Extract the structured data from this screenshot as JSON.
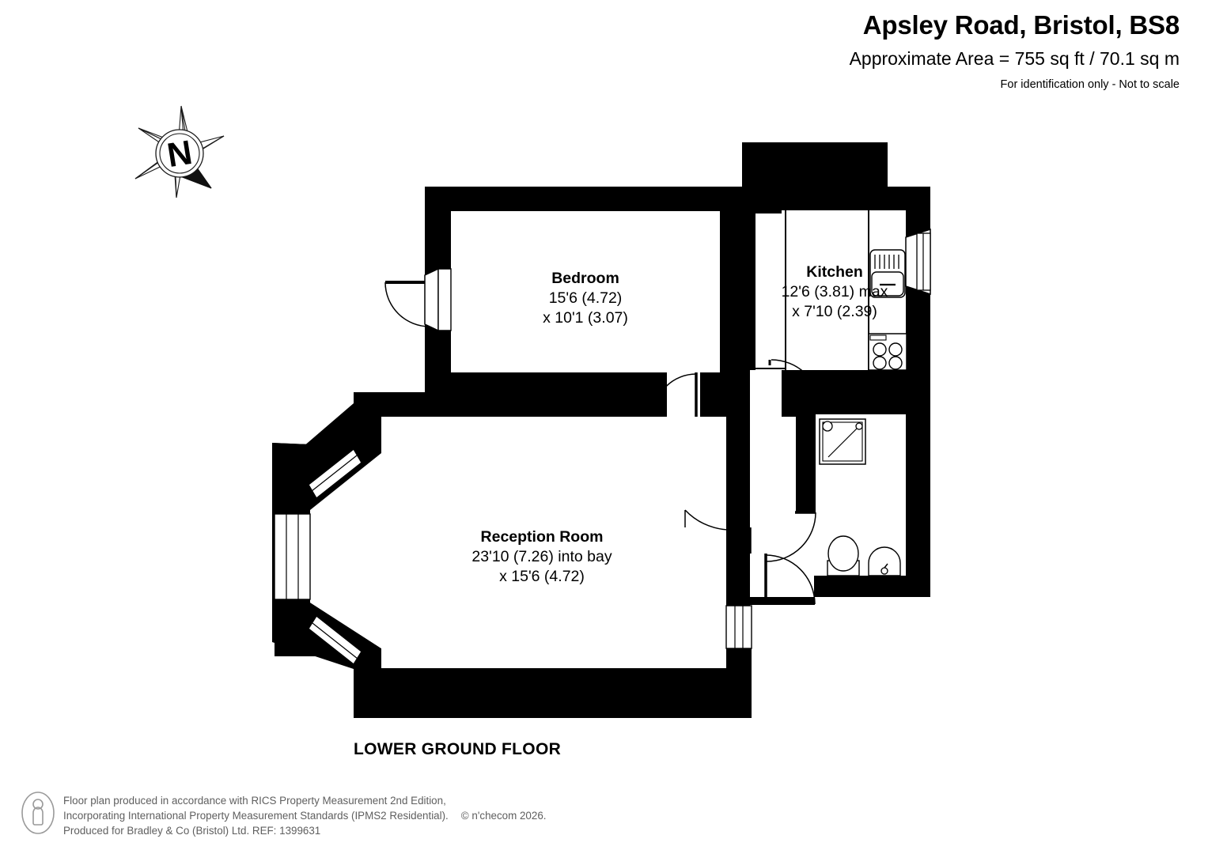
{
  "header": {
    "title": "Apsley Road, Bristol, BS8",
    "approx_area": "Approximate Area = 755 sq ft / 70.1 sq m",
    "disclaimer": "For identification only - Not to scale"
  },
  "compass": {
    "label": "N",
    "icon": "compass-rose-icon"
  },
  "floor": {
    "title": "LOWER GROUND FLOOR"
  },
  "rooms": [
    {
      "key": "bedroom",
      "name": "Bedroom",
      "dim_line_1": "15'6 (4.72)",
      "dim_line_2": "x 10'1 (3.07)"
    },
    {
      "key": "kitchen",
      "name": "Kitchen",
      "dim_line_1": "12'6 (3.81) max",
      "dim_line_2": "x 7'10 (2.39)"
    },
    {
      "key": "reception",
      "name": "Reception Room",
      "dim_line_1": "23'10 (7.26) into bay",
      "dim_line_2": "x 15'6 (4.72)"
    }
  ],
  "fixtures": [
    {
      "name": "kitchen-sink",
      "label": "sink-icon"
    },
    {
      "name": "kitchen-hob",
      "label": "hob-icon"
    },
    {
      "name": "shower-tray",
      "label": "shower-icon"
    },
    {
      "name": "toilet",
      "label": "wc-icon"
    },
    {
      "name": "wash-basin",
      "label": "basin-icon"
    }
  ],
  "footer": {
    "icon": "person-in-circle-icon",
    "line1": "Floor plan produced in accordance with RICS Property Measurement 2nd Edition,",
    "line2": "Incorporating International Property Measurement Standards (IPMS2 Residential).",
    "copyright": "© n'checom 2026.",
    "line3": "Produced for Bradley & Co (Bristol) Ltd.   REF:  1399631"
  },
  "colors": {
    "wall": "#000000",
    "background": "#ffffff",
    "footer_text": "#5f5f5f"
  }
}
